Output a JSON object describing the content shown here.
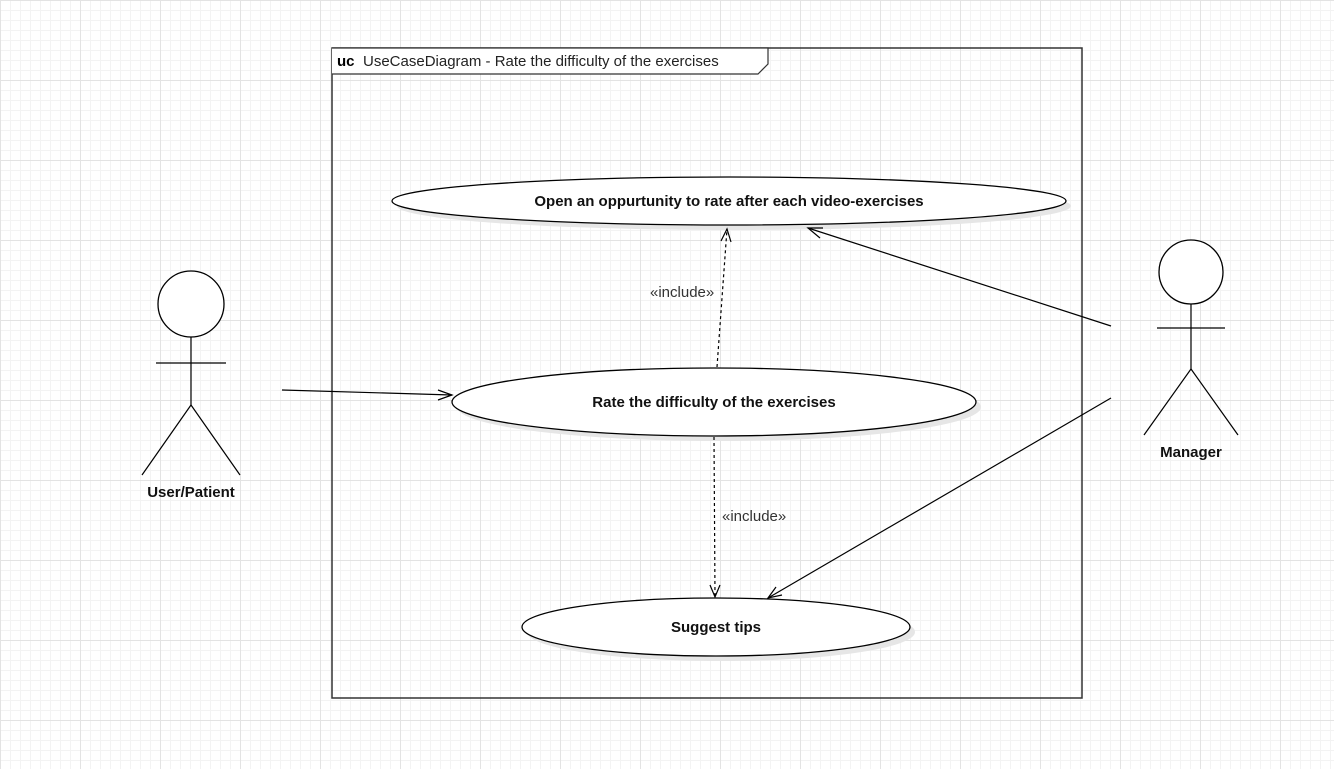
{
  "frame": {
    "keyword": "uc",
    "title": "UseCaseDiagram - Rate the difficulty of the exercises"
  },
  "actors": {
    "user": {
      "name": "User/Patient"
    },
    "manager": {
      "name": "Manager"
    }
  },
  "use_cases": {
    "open_rating": {
      "label": "Open an oppurtunity to rate after each video-exercises"
    },
    "rate_difficulty": {
      "label": "Rate the difficulty of the exercises"
    },
    "suggest_tips": {
      "label": "Suggest tips"
    }
  },
  "relationships": {
    "include_top": {
      "stereotype": "«include»"
    },
    "include_bottom": {
      "stereotype": "«include»"
    }
  }
}
